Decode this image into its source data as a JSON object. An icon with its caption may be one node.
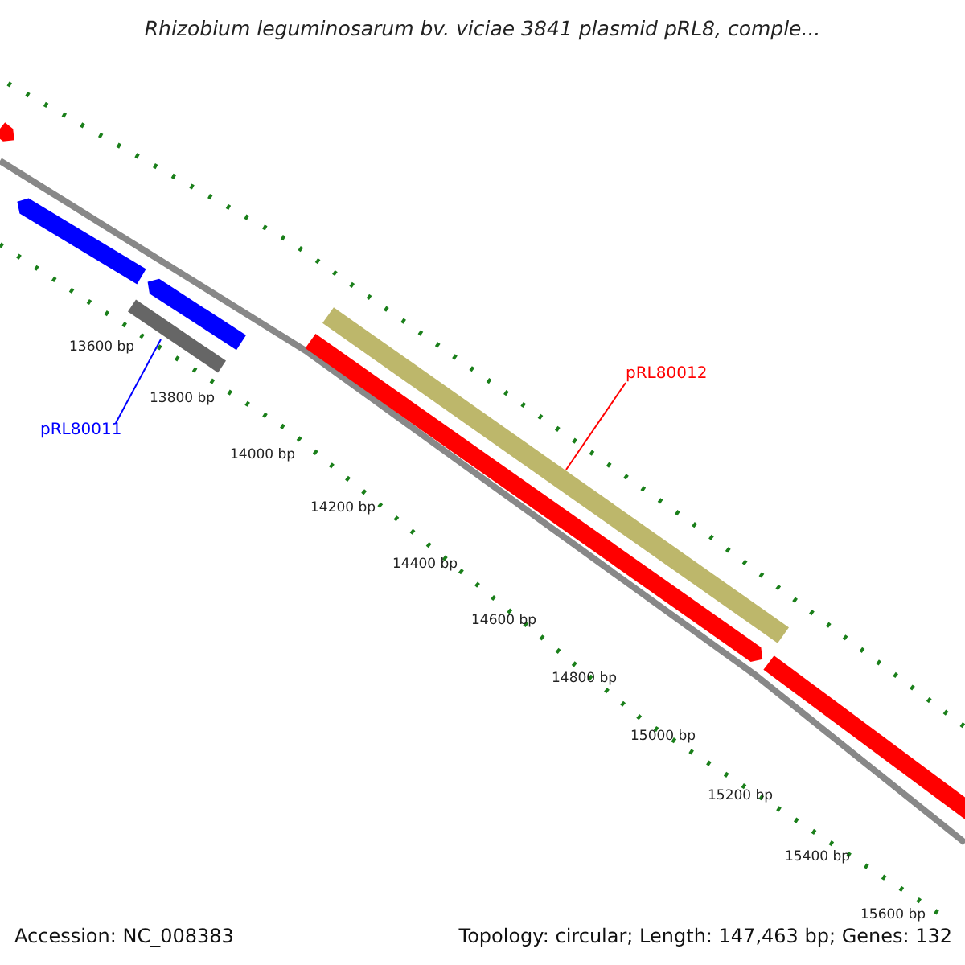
{
  "diagram": {
    "title": "Rhizobium leguminosarum bv. viciae 3841 plasmid pRL8, comple...",
    "nodes": [
      {
        "text": [
          "pRL80011"
        ]
      },
      {
        "text": [],
        "shape": "bar"
      },
      {
        "text": [
          "pRL80012"
        ]
      },
      {
        "text": [],
        "shape": "bar"
      }
    ],
    "edges": [
      {
        "from": 0,
        "to": 1,
        "arrow": "none",
        "color": "#0000ff"
      },
      {
        "from": 2,
        "to": 3,
        "arrow": "none",
        "color": "#ff0000"
      }
    ],
    "labels": [
      "13600 bp",
      "13800 bp",
      "14000 bp",
      "14200 bp",
      "14400 bp",
      "14600 bp",
      "14800 bp",
      "15000 bp",
      "15200 bp",
      "15400 bp",
      "15600 bp",
      "Accession: NC_008383",
      "Topology: circular; Length: 147,463 bp; Genes: 132"
    ]
  }
}
